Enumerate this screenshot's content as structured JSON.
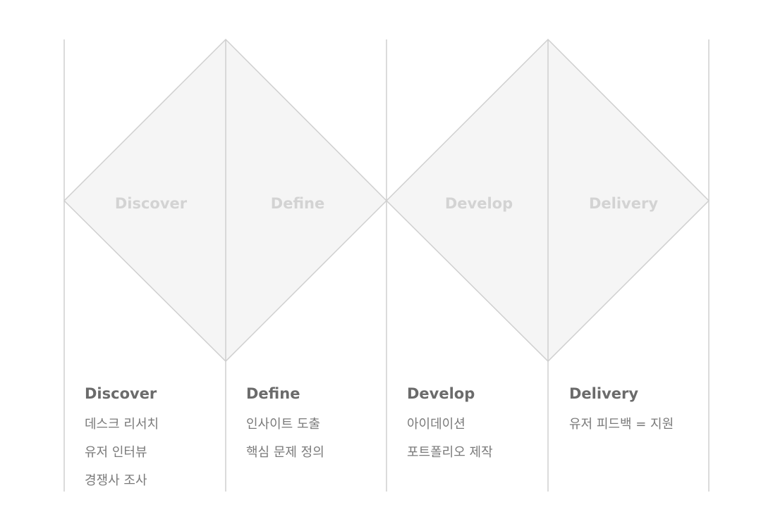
{
  "diagram": {
    "phases": [
      {
        "label": "Discover"
      },
      {
        "label": "Define"
      },
      {
        "label": "Develop"
      },
      {
        "label": "Delivery"
      }
    ],
    "colors": {
      "diamond_fill": "#f5f5f5",
      "line": "#cfcfcf",
      "phase_label": "#d3d3d3",
      "heading": "#6b6b6b",
      "item": "#7a7a7a"
    }
  },
  "columns": [
    {
      "heading": "Discover",
      "items": [
        "데스크 리서치",
        "유저 인터뷰",
        "경쟁사 조사"
      ]
    },
    {
      "heading": "Define",
      "items": [
        "인사이트 도출",
        "핵심 문제 정의"
      ]
    },
    {
      "heading": "Develop",
      "items": [
        "아이데이션",
        "포트폴리오 제작"
      ]
    },
    {
      "heading": "Delivery",
      "items": [
        "유저 피드백 = 지원"
      ]
    }
  ]
}
